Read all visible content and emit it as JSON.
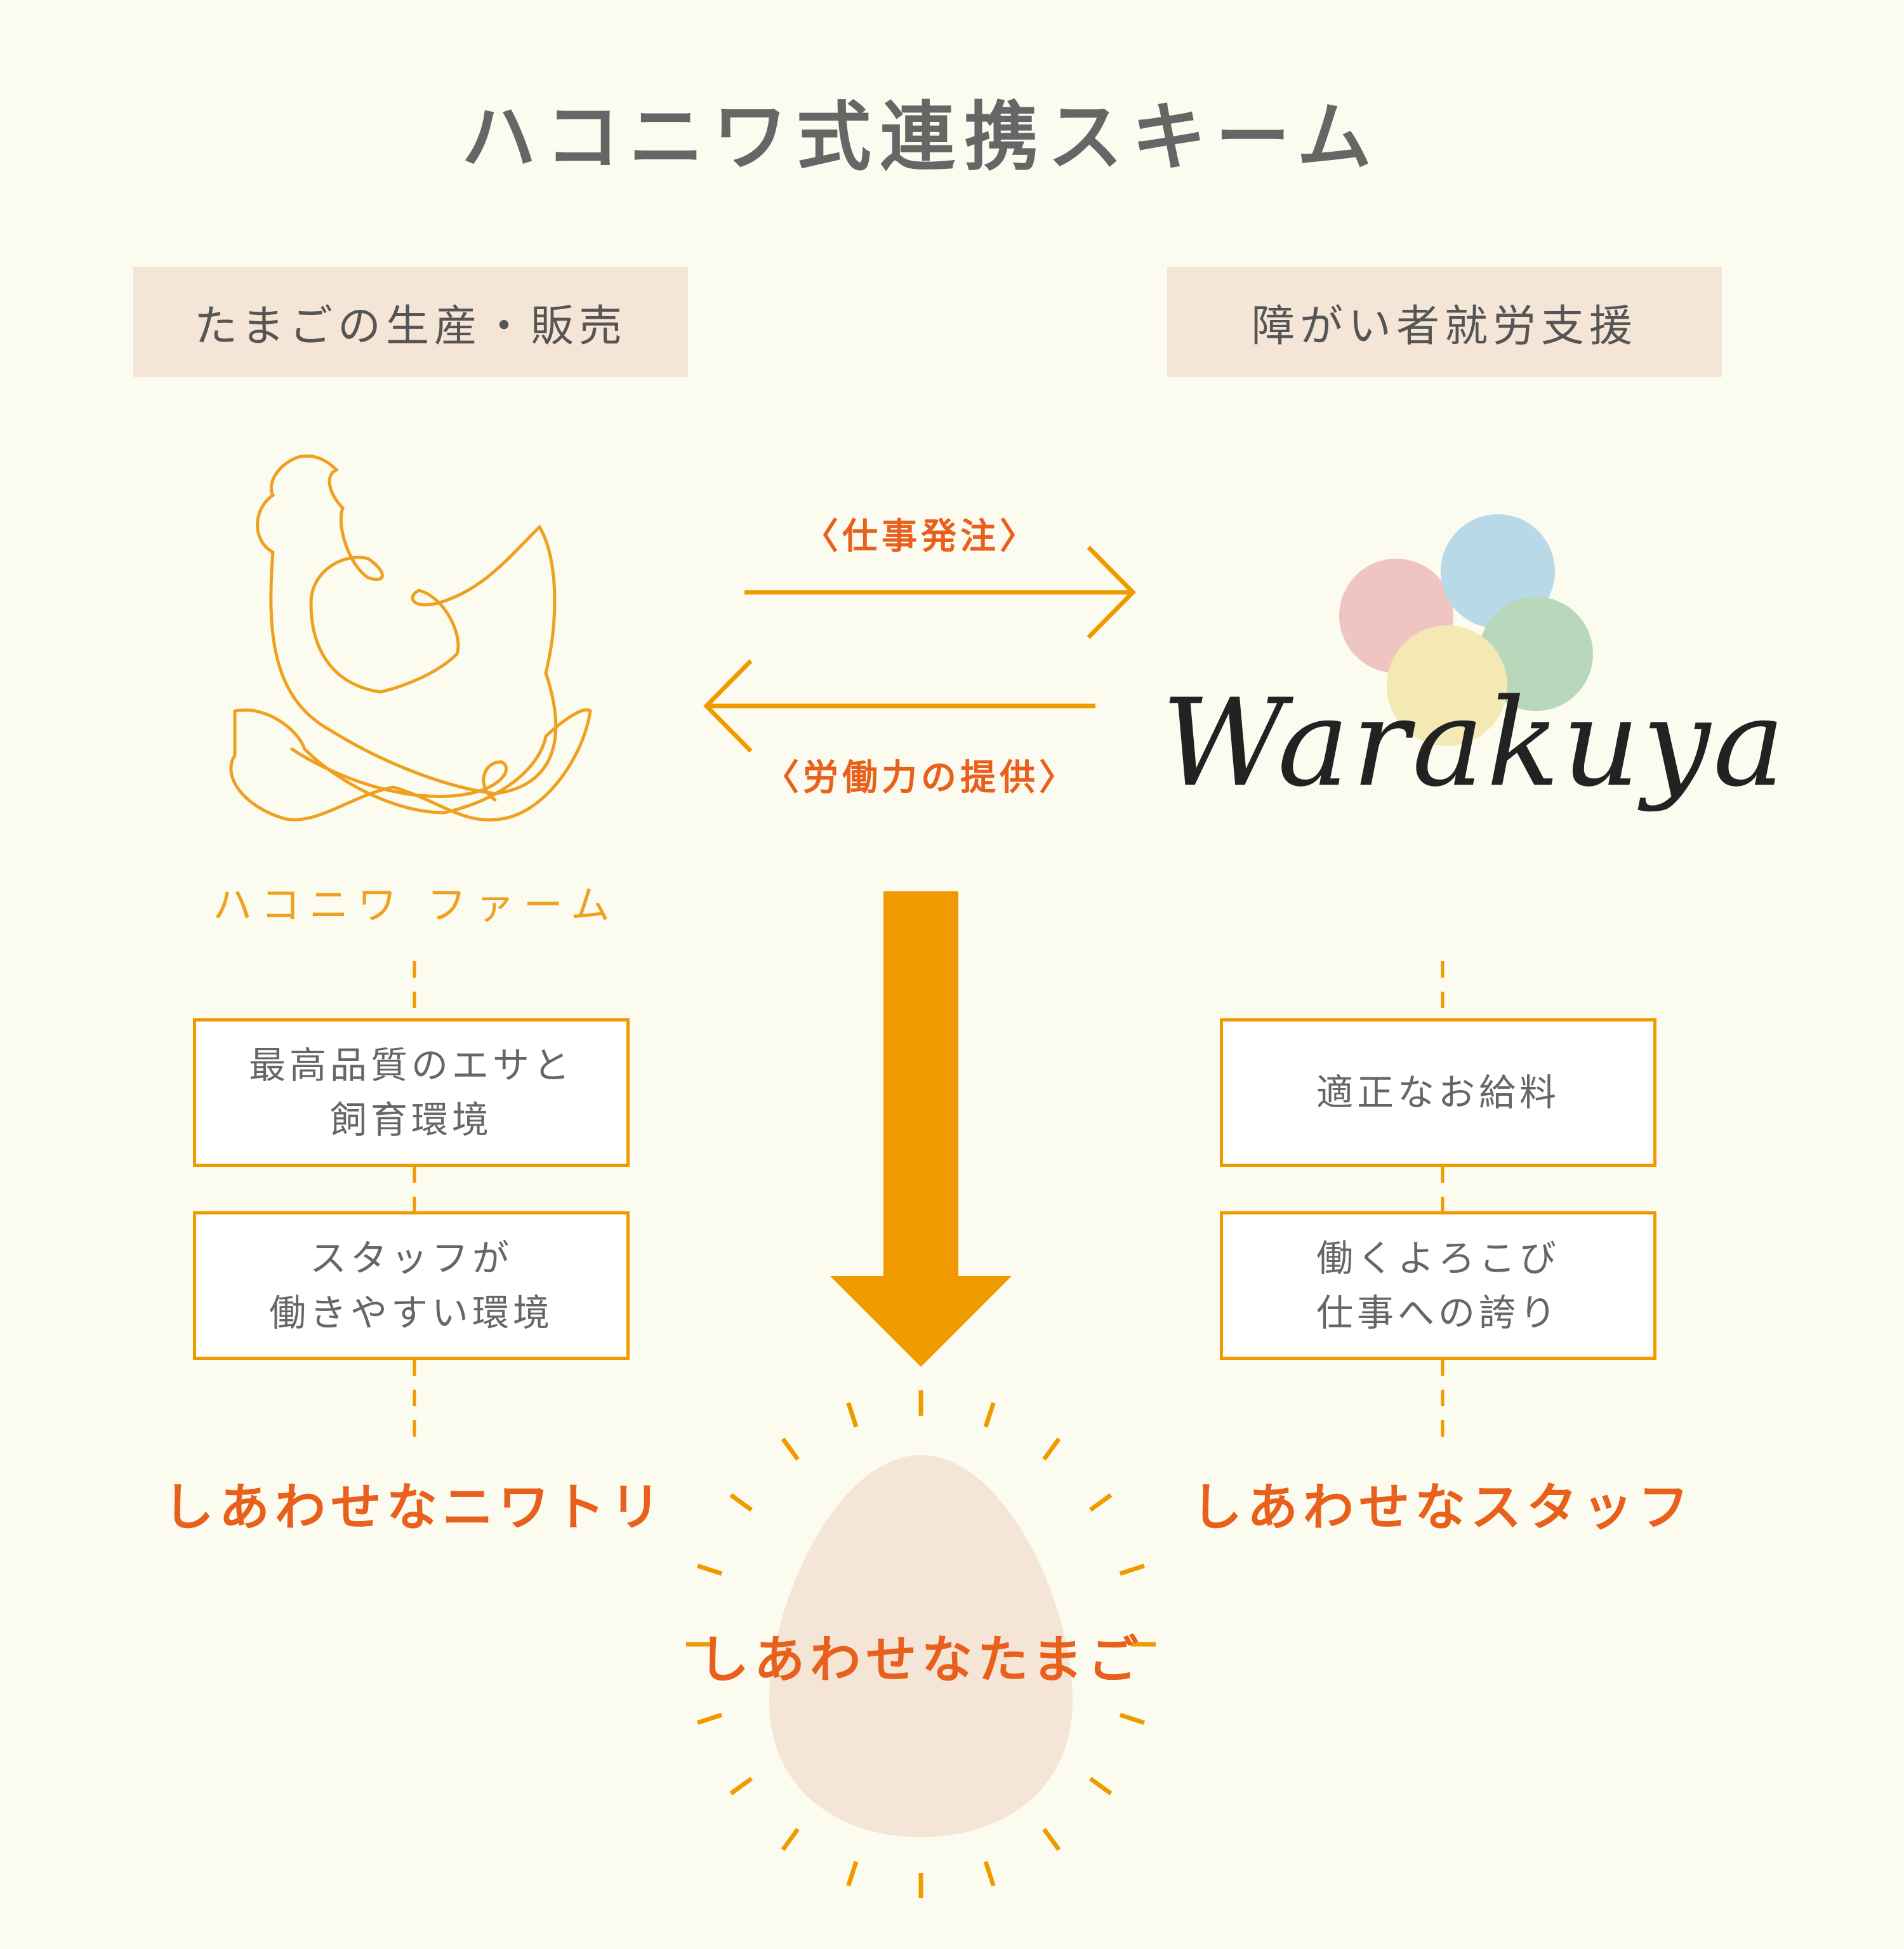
{
  "title": "ハコニワ式連携スキーム",
  "left": {
    "header": "たまごの生産・販売",
    "logo_text": "ハコニワ ファーム",
    "boxes": [
      "最高品質のエサと\n飼育環境",
      "スタッフが\n働きやすい環境"
    ],
    "result": "しあわせなニワトリ"
  },
  "right": {
    "header": "障がい者就労支援",
    "logo_text": "Warakuya",
    "boxes": [
      "適正なお給料",
      "働くよろこび\n仕事への誇り"
    ],
    "result": "しあわせなスタッフ"
  },
  "arrows": {
    "to_right_label": "〈仕事発注〉",
    "to_left_label": "〈労働力の提供〉"
  },
  "center": {
    "result": "しあわせなたまご"
  },
  "colors": {
    "orange": "#f09a00",
    "accent_text": "#e8601c",
    "label_bg": "#f5e5d7",
    "egg": "#f5e5d7",
    "background": "#fbfcef"
  }
}
